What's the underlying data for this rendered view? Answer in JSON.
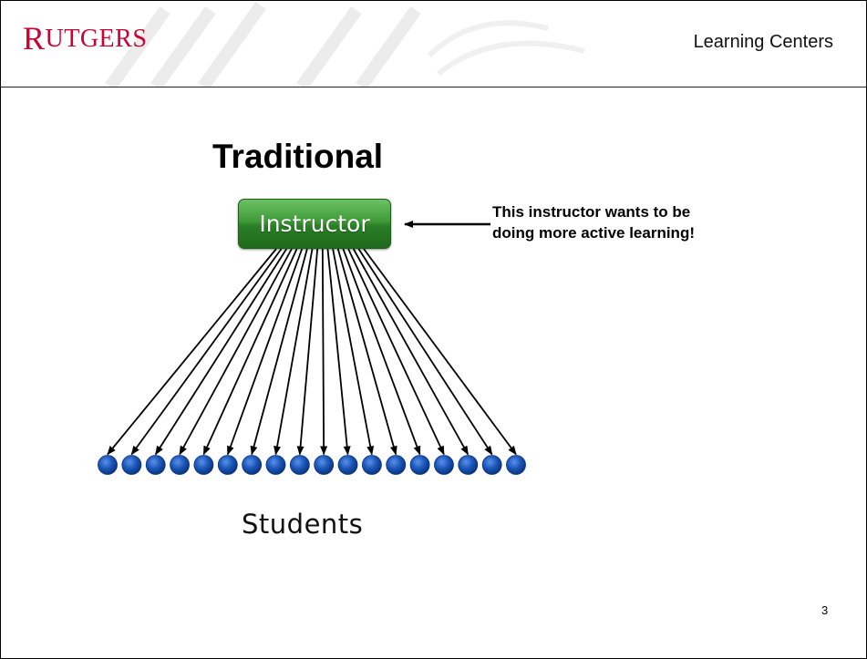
{
  "header": {
    "logo_text": "RUTGERS",
    "logo_first": "R",
    "logo_rest": "UTGERS",
    "title": "Learning Centers"
  },
  "slide": {
    "title": "Traditional",
    "page_number": "3"
  },
  "diagram": {
    "instructor_label": "Instructor",
    "callout_lines": [
      "This instructor wants to be",
      "doing more active learning!"
    ],
    "students_label": "Students",
    "student_count": 18,
    "colors": {
      "instructor_box": "#3f9a38",
      "student_dot": "#1a56b8",
      "arrow": "#000000",
      "logo": "#cc0033"
    }
  }
}
